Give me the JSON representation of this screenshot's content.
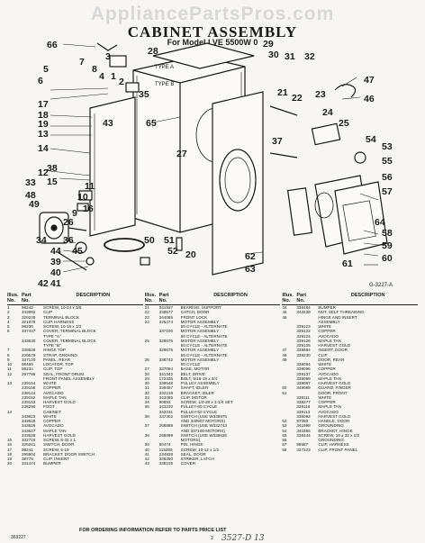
{
  "watermark": "AppliancePartsPros.com",
  "title": "CABINET ASSEMBLY",
  "subtitle": "For Model LVE 5500W 0",
  "figure_number": "G-3227-A",
  "type_labels": [
    "TYPE A",
    "TYPE B"
  ],
  "callouts": [
    "66",
    "5",
    "6",
    "7",
    "8",
    "3",
    "4",
    "1",
    "2",
    "28",
    "29",
    "30",
    "31",
    "32",
    "17",
    "18",
    "19",
    "35",
    "13",
    "14",
    "12",
    "15",
    "26",
    "16",
    "9",
    "10",
    "11",
    "38",
    "43",
    "65",
    "27",
    "33",
    "48",
    "34",
    "49",
    "50",
    "51",
    "52",
    "20",
    "21",
    "22",
    "23",
    "24",
    "25",
    "47",
    "46",
    "37",
    "45",
    "36",
    "44",
    "39",
    "40",
    "41",
    "42",
    "54",
    "53",
    "55",
    "56",
    "57",
    "58",
    "59",
    "60",
    "61",
    "62",
    "63",
    "64"
  ],
  "table_headers": {
    "illus": "Illus.",
    "no": "No.",
    "part": "Part",
    "part_no": "No.",
    "description": "DESCRIPTION"
  },
  "parts": [
    [
      [
        "1",
        "98242",
        "SCREW, 10-24 x 3/8"
      ],
      [
        "2",
        "343892",
        "CLIP"
      ],
      [
        "3",
        "329229",
        "TERMINAL BLOCK"
      ],
      [
        "4",
        "321979",
        "CLIP, HARNESS"
      ],
      [
        "5",
        "98230",
        "SCREW, 10-16 x 1/2"
      ],
      [
        "6",
        "337447",
        "COVER, TERMINAL BLOCK"
      ],
      [
        "",
        "",
        "TYPE \"A\""
      ],
      [
        "",
        "343630",
        "COVER, TERMINAL BLOCK"
      ],
      [
        "",
        "",
        "TYPE \"B\""
      ],
      [
        "7",
        "338628",
        "HINGE TOP"
      ],
      [
        "8",
        "229579",
        "STRAP, GROUND"
      ],
      [
        "9",
        "337120",
        "PANEL, REAR"
      ],
      [
        "10",
        "98469",
        "LOCATOR, TOP"
      ],
      [
        "11",
        "98234",
        "CLIP, TOP"
      ],
      [
        "12",
        "297786",
        "SEAL, FRONT DRUM"
      ],
      [
        "",
        "",
        "FRONT PANEL ASSEMBLY"
      ],
      [
        "13",
        "239154",
        "WHITE"
      ],
      [
        "",
        "239156",
        "COPPER"
      ],
      [
        "",
        "239144",
        "AVOCADO"
      ],
      [
        "",
        "239152",
        "MAPLE TAN"
      ],
      [
        "",
        "239153",
        "HARVEST GOLD"
      ],
      [
        "",
        "238290",
        "FOOT"
      ],
      [
        "14",
        "",
        "CABINET"
      ],
      [
        "",
        "343623",
        "WHITE"
      ],
      [
        "",
        "343625",
        "COPPER"
      ],
      [
        "",
        "343626",
        "AVOCADO"
      ],
      [
        "",
        "343627",
        "MAPLE TAN"
      ],
      [
        "",
        "343628",
        "HARVEST GOLD"
      ],
      [
        "15",
        "332719",
        "SCREW, 8-32 x 1"
      ],
      [
        "16",
        "325261",
        "SWITCH, DOOR"
      ],
      [
        "17",
        "98241",
        "SCREW, 6-19"
      ],
      [
        "18",
        "295904",
        "BRACKET, DOOR SWITCH"
      ],
      [
        "19",
        "38776",
        "CLIP, INSERT"
      ],
      [
        "20",
        "341474",
        "BUMPER"
      ]
    ],
    [
      [
        "21",
        "341927",
        "BEARING, SUPPORT"
      ],
      [
        "22",
        "338677",
        "CATCH, DOOR"
      ],
      [
        "23",
        "344085",
        "FRONT LOCK"
      ],
      [
        "24",
        "326474",
        "MOTOR ASSEMBLY"
      ],
      [
        "",
        "",
        "60 CYCLE - ALTERNATE"
      ],
      [
        "",
        "337100",
        "MOTOR ASSEMBLY"
      ],
      [
        "",
        "",
        "60 CYCLE - ALTERNATE"
      ],
      [
        "25",
        "328675",
        "MOTOR ASSEMBLY"
      ],
      [
        "",
        "",
        "50 CYCLE - ALTERNATE"
      ],
      [
        "",
        "329675",
        "MOTOR ASSEMBLY"
      ],
      [
        "",
        "",
        "50 CYCLE - ALTERNATE"
      ],
      [
        "26",
        "338742",
        "MOTOR ASSEMBLY"
      ],
      [
        "",
        "",
        "50 CYCLE"
      ],
      [
        "27",
        "337094",
        "BASE, MOTOR"
      ],
      [
        "28",
        "341342",
        "BELT, DRIVE"
      ],
      [
        "29",
        "172435",
        "BOLT, 5/16-18 x 3/4"
      ],
      [
        "30",
        "338548",
        "PULLEY ASSEMBLY"
      ],
      [
        "31",
        "339457",
        "SHAFT, IDLER"
      ],
      [
        "32",
        "332218",
        "BRACKET, IDLER"
      ],
      [
        "33",
        "343485",
        "CLIP, MOTOR"
      ],
      [
        "34",
        "90693",
        "SCREW, 1/4-28 x 1-1/4 SET"
      ],
      [
        "35",
        "343230",
        "PULLEY-60 CYCLE"
      ],
      [
        "",
        "343231",
        "PULLEY-50 CYCLE"
      ],
      [
        "36",
        "337302",
        "SWITCH (USE W338976"
      ],
      [
        "",
        "",
        "AND 340907 MOTORS)"
      ],
      [
        "37",
        "268889",
        "SWITCH (USE W332743"
      ],
      [
        "",
        "",
        "AND 337100 MOTORS)"
      ],
      [
        "38",
        "268899",
        "SWITCH (USE W338636"
      ],
      [
        "",
        "",
        "MOTORS)"
      ],
      [
        "39",
        "80474",
        "PIN, HINGE"
      ],
      [
        "40",
        "115265",
        "SCREW, 10-12 x 1/2"
      ],
      [
        "41",
        "234838",
        "SEAL, DOOR"
      ],
      [
        "42",
        "338450",
        "STRIKER, LATCH"
      ],
      [
        "43",
        "339105",
        "COVER"
      ]
    ],
    [
      [
        "44",
        "338484",
        "BUMPER"
      ],
      [
        "45",
        "343239",
        "NUT, SELF THREADING"
      ],
      [
        "46",
        "",
        "HINGE AND INSERT"
      ],
      [
        "",
        "",
        "ASSEMBLY"
      ],
      [
        "",
        "339123",
        "WHITE"
      ],
      [
        "",
        "339122",
        "COPPER"
      ],
      [
        "",
        "339124",
        "AVOCADO"
      ],
      [
        "",
        "339126",
        "MAPLE TAN"
      ],
      [
        "",
        "339125",
        "HARVEST GOLD"
      ],
      [
        "47",
        "338684",
        "INSERT, DOOR"
      ],
      [
        "48",
        "338230",
        "CLIP"
      ],
      [
        "49",
        "",
        "DOOR, REAR"
      ],
      [
        "",
        "338094",
        "WHITE"
      ],
      [
        "",
        "338096",
        "COPPER"
      ],
      [
        "",
        "339137",
        "AVOCADO"
      ],
      [
        "",
        "338099",
        "MAPLE TAN"
      ],
      [
        "",
        "338097",
        "HARVEST GOLD"
      ],
      [
        "50",
        "349089",
        "GUARD, FINGER"
      ],
      [
        "51",
        "",
        "DOOR, FRONT"
      ],
      [
        "",
        "338111",
        "WHITE"
      ],
      [
        "",
        "338277",
        "COPPER"
      ],
      [
        "",
        "339116",
        "MAPLE TAN"
      ],
      [
        "",
        "339113",
        "AVOCADO"
      ],
      [
        "",
        "338092",
        "HARVEST GOLD"
      ],
      [
        "52",
        "97090",
        "HANDLE, DOOR"
      ],
      [
        "53",
        "341998",
        "GROUNDING"
      ],
      [
        "54",
        "341855",
        "BRACKET, HINGE"
      ],
      [
        "55",
        "338444",
        "SCREW, 10 x 32 x 1/2"
      ],
      [
        "56",
        "",
        "GROUNDING"
      ],
      [
        "57",
        "98687",
        "CLIP, HARNESS"
      ],
      [
        "58",
        "337223",
        "CLIP, FRONT PANEL"
      ]
    ]
  ],
  "footer": {
    "note": "FOR ORDERING INFORMATION REFER TO PARTS PRICE LIST",
    "page": "2",
    "code": "363227",
    "handwritten": "3527-D 13"
  }
}
